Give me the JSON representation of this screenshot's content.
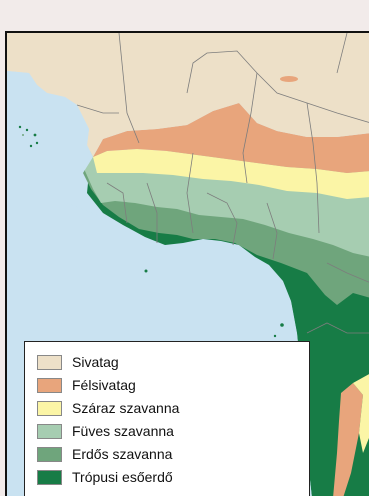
{
  "legend": {
    "items": [
      {
        "label": "Sivatag",
        "color": "#ede0c8"
      },
      {
        "label": "Félsivatag",
        "color": "#e8a57c"
      },
      {
        "label": "Száraz szavanna",
        "color": "#fbf5a6"
      },
      {
        "label": "Füves szavanna",
        "color": "#a6cdb1"
      },
      {
        "label": "Erdős szavanna",
        "color": "#6fa57c"
      },
      {
        "label": "Trópusi esőerdő",
        "color": "#177c46"
      }
    ]
  },
  "map": {
    "ocean_color": "#c9e2f1",
    "border_color": "#7d7d7d"
  }
}
